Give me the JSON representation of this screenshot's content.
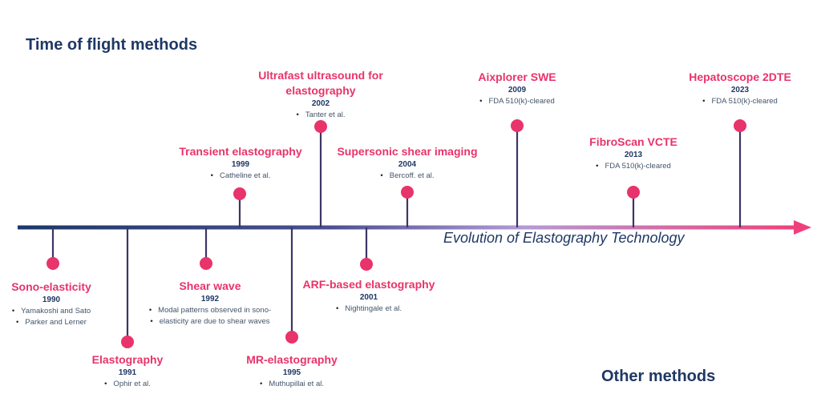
{
  "headings": {
    "top": "Time of flight methods",
    "bottom": "Other methods"
  },
  "axis_label": "Evolution of Elastography Technology",
  "colors": {
    "title": "#1f3864",
    "accent": "#e8336b",
    "stem": "#3d3566",
    "text": "#44546a"
  },
  "events": [
    {
      "title": [
        "Sono-elasticity"
      ],
      "year": "1990",
      "bullets": [
        "Yamakoshi and Sato",
        "Parker and Lerner"
      ],
      "side": "below"
    },
    {
      "title": [
        "Elastography"
      ],
      "year": "1991",
      "bullets": [
        "Ophir et al."
      ],
      "side": "below"
    },
    {
      "title": [
        "Shear wave"
      ],
      "year": "1992",
      "bullets": [
        "Modal patterns observed in sono-",
        "elasticity are due to shear waves"
      ],
      "side": "below"
    },
    {
      "title": [
        "MR-elastography"
      ],
      "year": "1995",
      "bullets": [
        "Muthupillai et al."
      ],
      "side": "below"
    },
    {
      "title": [
        "Transient elastography"
      ],
      "year": "1999",
      "bullets": [
        "Catheline et al."
      ],
      "side": "above"
    },
    {
      "title": [
        "ARF-based elastography"
      ],
      "year": "2001",
      "bullets": [
        "Nightingale et al."
      ],
      "side": "below"
    },
    {
      "title": [
        "Ultrafast ultrasound for",
        "elastography"
      ],
      "year": "2002",
      "bullets": [
        "Tanter et al."
      ],
      "side": "above"
    },
    {
      "title": [
        "Supersonic shear imaging"
      ],
      "year": "2004",
      "bullets": [
        "Bercoff. et al."
      ],
      "side": "above"
    },
    {
      "title": [
        "Aixplorer SWE"
      ],
      "year": "2009",
      "bullets": [
        "FDA 510(k)-cleared"
      ],
      "side": "above"
    },
    {
      "title": [
        "FibroScan VCTE"
      ],
      "year": "2013",
      "bullets": [
        "FDA 510(k)-cleared"
      ],
      "side": "above"
    },
    {
      "title": [
        "Hepatoscope 2DTE"
      ],
      "year": "2023",
      "bullets": [
        "FDA 510(k)-cleared"
      ],
      "side": "above"
    }
  ]
}
